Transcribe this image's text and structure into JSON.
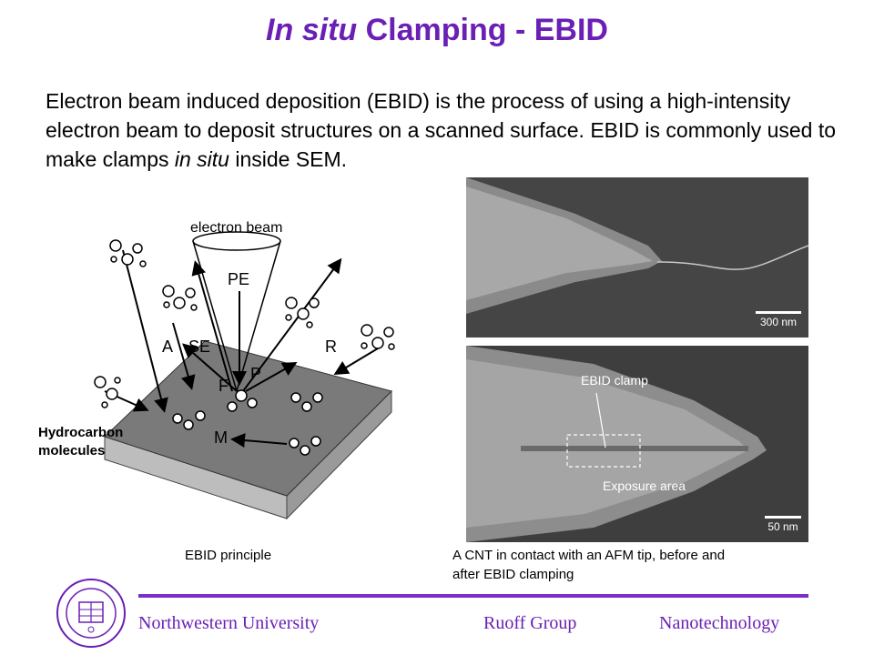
{
  "slide": {
    "title_italic": "In situ",
    "title_rest": " Clamping - EBID",
    "body_part1": "Electron beam induced deposition (EBID) is the process of using a high-intensity electron beam to deposit structures on a scanned surface. EBID is commonly used to make clamps ",
    "body_italic": "in situ",
    "body_part2": " inside SEM."
  },
  "diagram": {
    "beam_label": "electron beam",
    "pe_label": "PE",
    "a_label": "A",
    "se_label": "SE",
    "r_label": "R",
    "f_label": "F",
    "p_label": "P",
    "m_label": "M",
    "hydrocarbon_line1": "Hydrocarbon",
    "hydrocarbon_line2": "molecules"
  },
  "images": {
    "scale_top": "300 nm",
    "scale_bottom": "50 nm",
    "clamp_label": "EBID clamp",
    "exposure_label": "Exposure area"
  },
  "captions": {
    "left": "EBID principle",
    "right_line1": "A CNT in contact with an AFM tip, before and",
    "right_line2": "after EBID clamping"
  },
  "footer": {
    "university": "Northwestern University",
    "group": "Ruoff Group",
    "topic": "Nanotechnology"
  },
  "colors": {
    "accent": "#6a1fb5",
    "rule": "#7b2fc9"
  }
}
